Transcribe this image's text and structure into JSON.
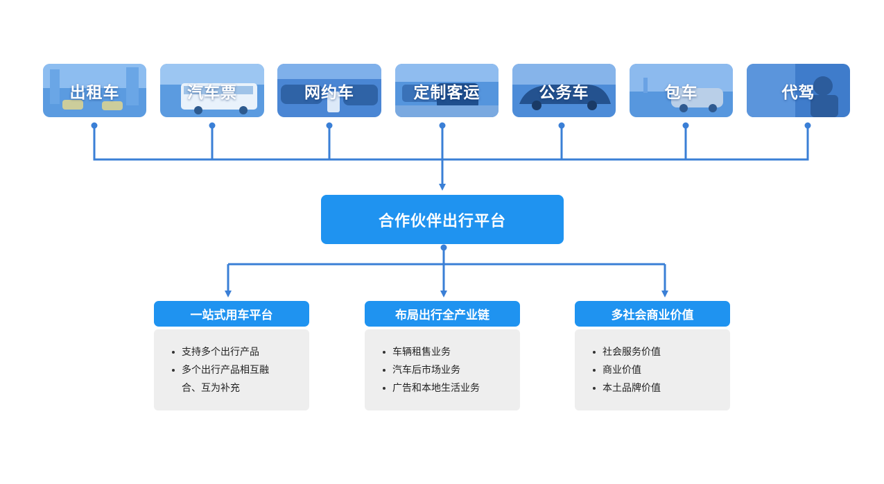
{
  "services": [
    {
      "label": "出租车"
    },
    {
      "label": "汽车票"
    },
    {
      "label": "网约车"
    },
    {
      "label": "定制客运"
    },
    {
      "label": "公务车"
    },
    {
      "label": "包车"
    },
    {
      "label": "代驾"
    }
  ],
  "platform": {
    "label": "合作伙伴出行平台"
  },
  "branches": [
    {
      "title": "一站式用车平台",
      "items": [
        "支持多个出行产品",
        "多个出行产品相互融合、互为补充"
      ]
    },
    {
      "title": "布局出行全产业链",
      "items": [
        "车辆租售业务",
        "汽车后市场业务",
        "广告和本地生活业务"
      ]
    },
    {
      "title": "多社会商业价值",
      "items": [
        "社会服务价值",
        "商业价值",
        "本土品牌价值"
      ]
    }
  ],
  "colors": {
    "accent": "#1f93f0",
    "line": "#3a7fd6",
    "panel": "#eeeeee"
  }
}
